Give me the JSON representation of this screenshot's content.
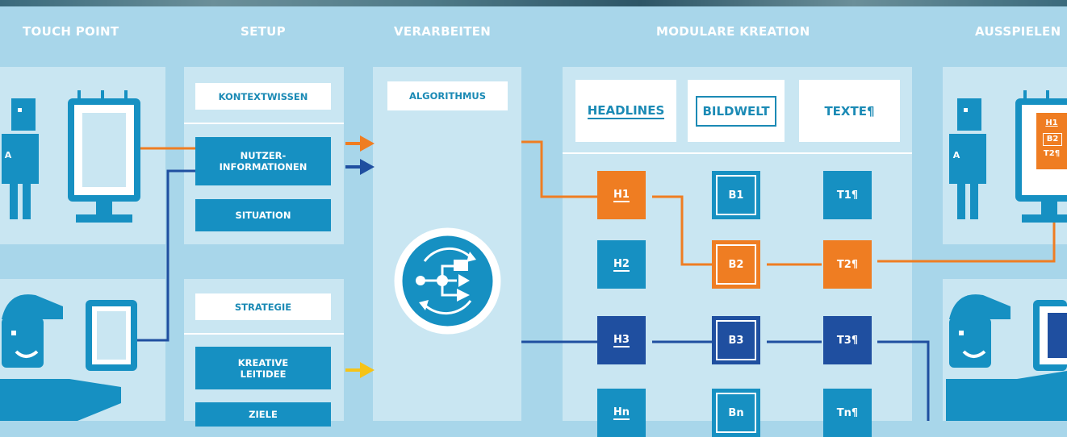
{
  "columns": {
    "touch_point": "TOUCH POINT",
    "setup": "SETUP",
    "verarbeiten": "VERARBEITEN",
    "modulare_kreation": "MODULARE KREATION",
    "ausspielen": "AUSSPIELEN"
  },
  "setup": {
    "kontextwissen": "KONTEXTWISSEN",
    "nutzer_line1": "NUTZER-",
    "nutzer_line2": "INFORMATIONEN",
    "situation": "SITUATION",
    "strategie": "STRATEGIE",
    "kreative_line1": "KREATIVE",
    "kreative_line2": "LEITIDEE",
    "ziele": "ZIELE"
  },
  "verarbeiten": {
    "algorithmus": "ALGORITHMUS"
  },
  "kreation": {
    "headlines": "HEADLINES",
    "bildwelt": "BILDWELT",
    "texte": "TEXTE¶",
    "h1": "H1",
    "h2": "H2",
    "h3": "H3",
    "hn": "Hn",
    "b1": "B1",
    "b2": "B2",
    "b3": "B3",
    "bn": "Bn",
    "t1": "T1¶",
    "t2": "T2¶",
    "t3": "T3¶",
    "tn": "Tn¶"
  },
  "personas": {
    "a_label": "A",
    "output_h1": "H1",
    "output_b2": "B2",
    "output_t2": "T2¶"
  },
  "colors": {
    "background": "#a8d6ea",
    "panel": "#c9e6f2",
    "teal": "#1690c2",
    "orange": "#ef7d22",
    "navy": "#1f4fa0",
    "yellow": "#f6c317",
    "white": "#ffffff"
  }
}
